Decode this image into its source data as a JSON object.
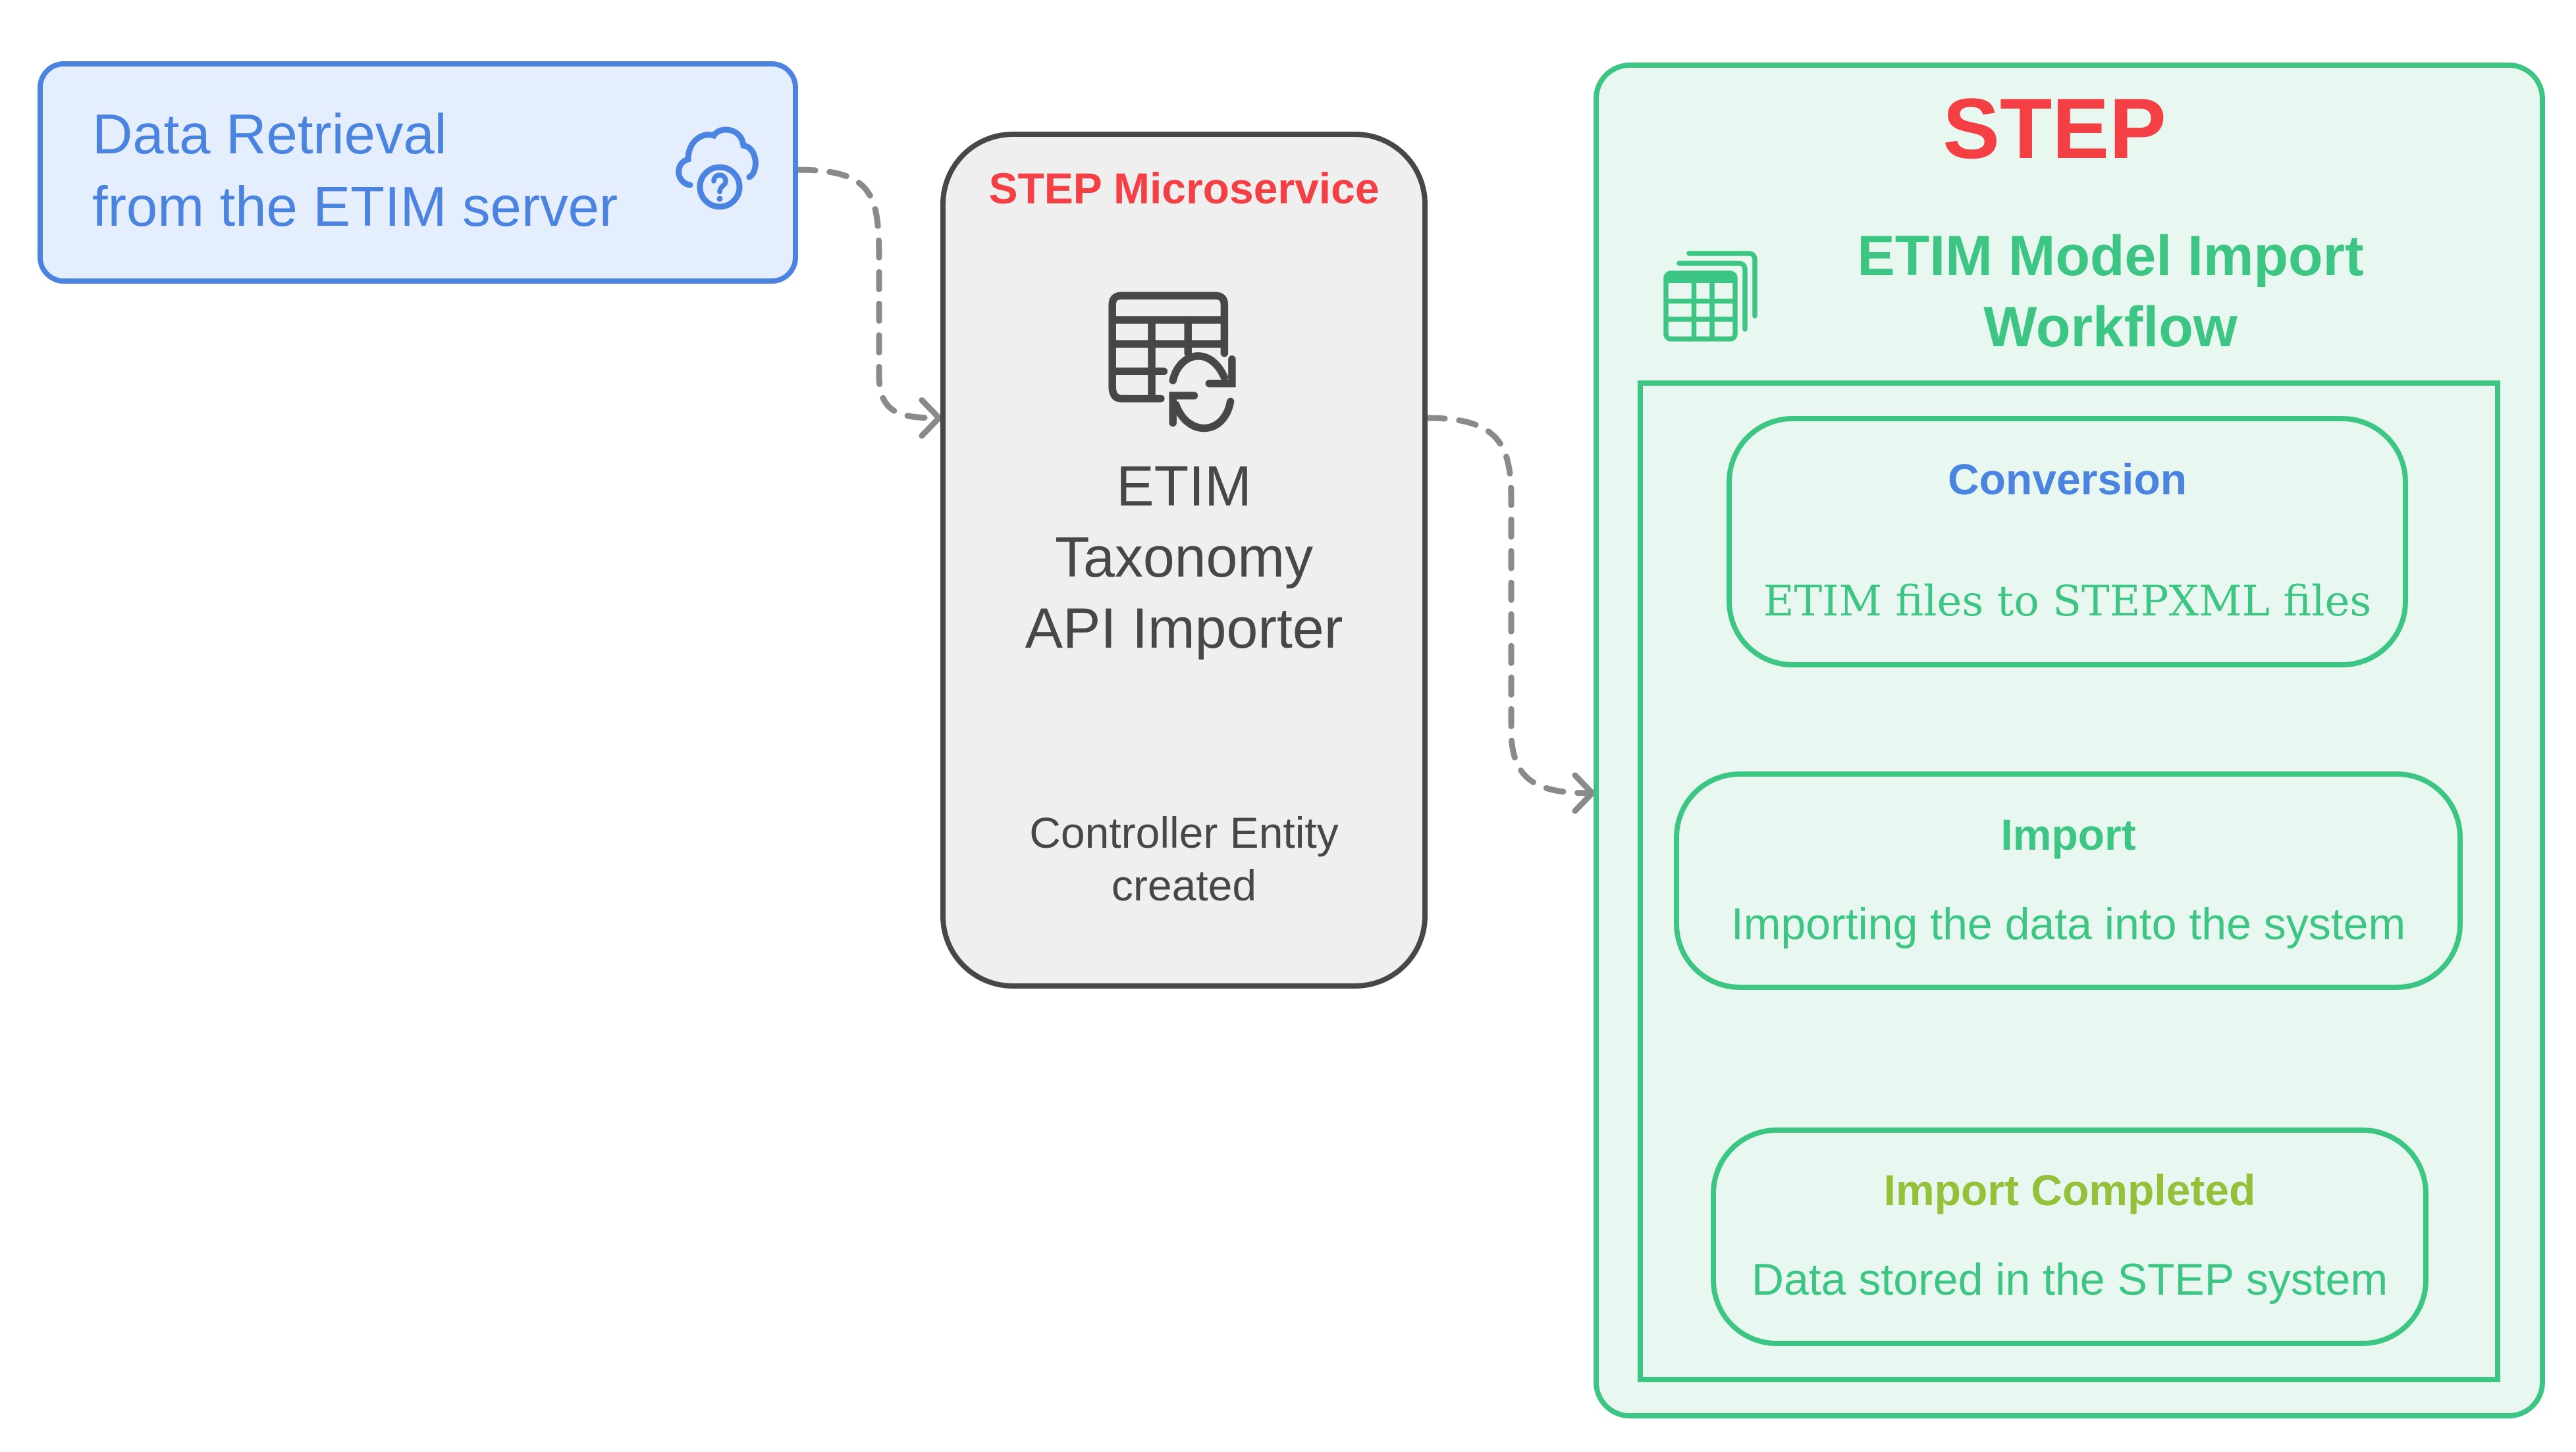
{
  "retrieval": {
    "label_line1": "Data Retrieval",
    "label_line2": "from the ETIM server",
    "icon": "cloud-question-icon"
  },
  "microservice": {
    "title": "STEP Microservice",
    "icon": "table-sync-icon",
    "name_line1": "ETIM",
    "name_line2": "Taxonomy",
    "name_line3": "API Importer",
    "status_line1": "Controller Entity",
    "status_line2": "created"
  },
  "step": {
    "title": "STEP",
    "workflow": {
      "icon": "stacked-spreadsheets-icon",
      "title_line1": "ETIM Model Import",
      "title_line2": "Workflow",
      "nodes": [
        {
          "title": "Conversion",
          "description": "ETIM files to STEPXML files"
        },
        {
          "title": "Import",
          "description": "Importing the data into the system"
        },
        {
          "title": "Import Completed",
          "description": "Data stored in the STEP system"
        }
      ]
    }
  },
  "colors": {
    "blue": "#4a83e0",
    "red": "#f44045",
    "green": "#3dc584",
    "lime": "#93c13a",
    "dark": "#474747",
    "connector": "#8a8a8a"
  }
}
